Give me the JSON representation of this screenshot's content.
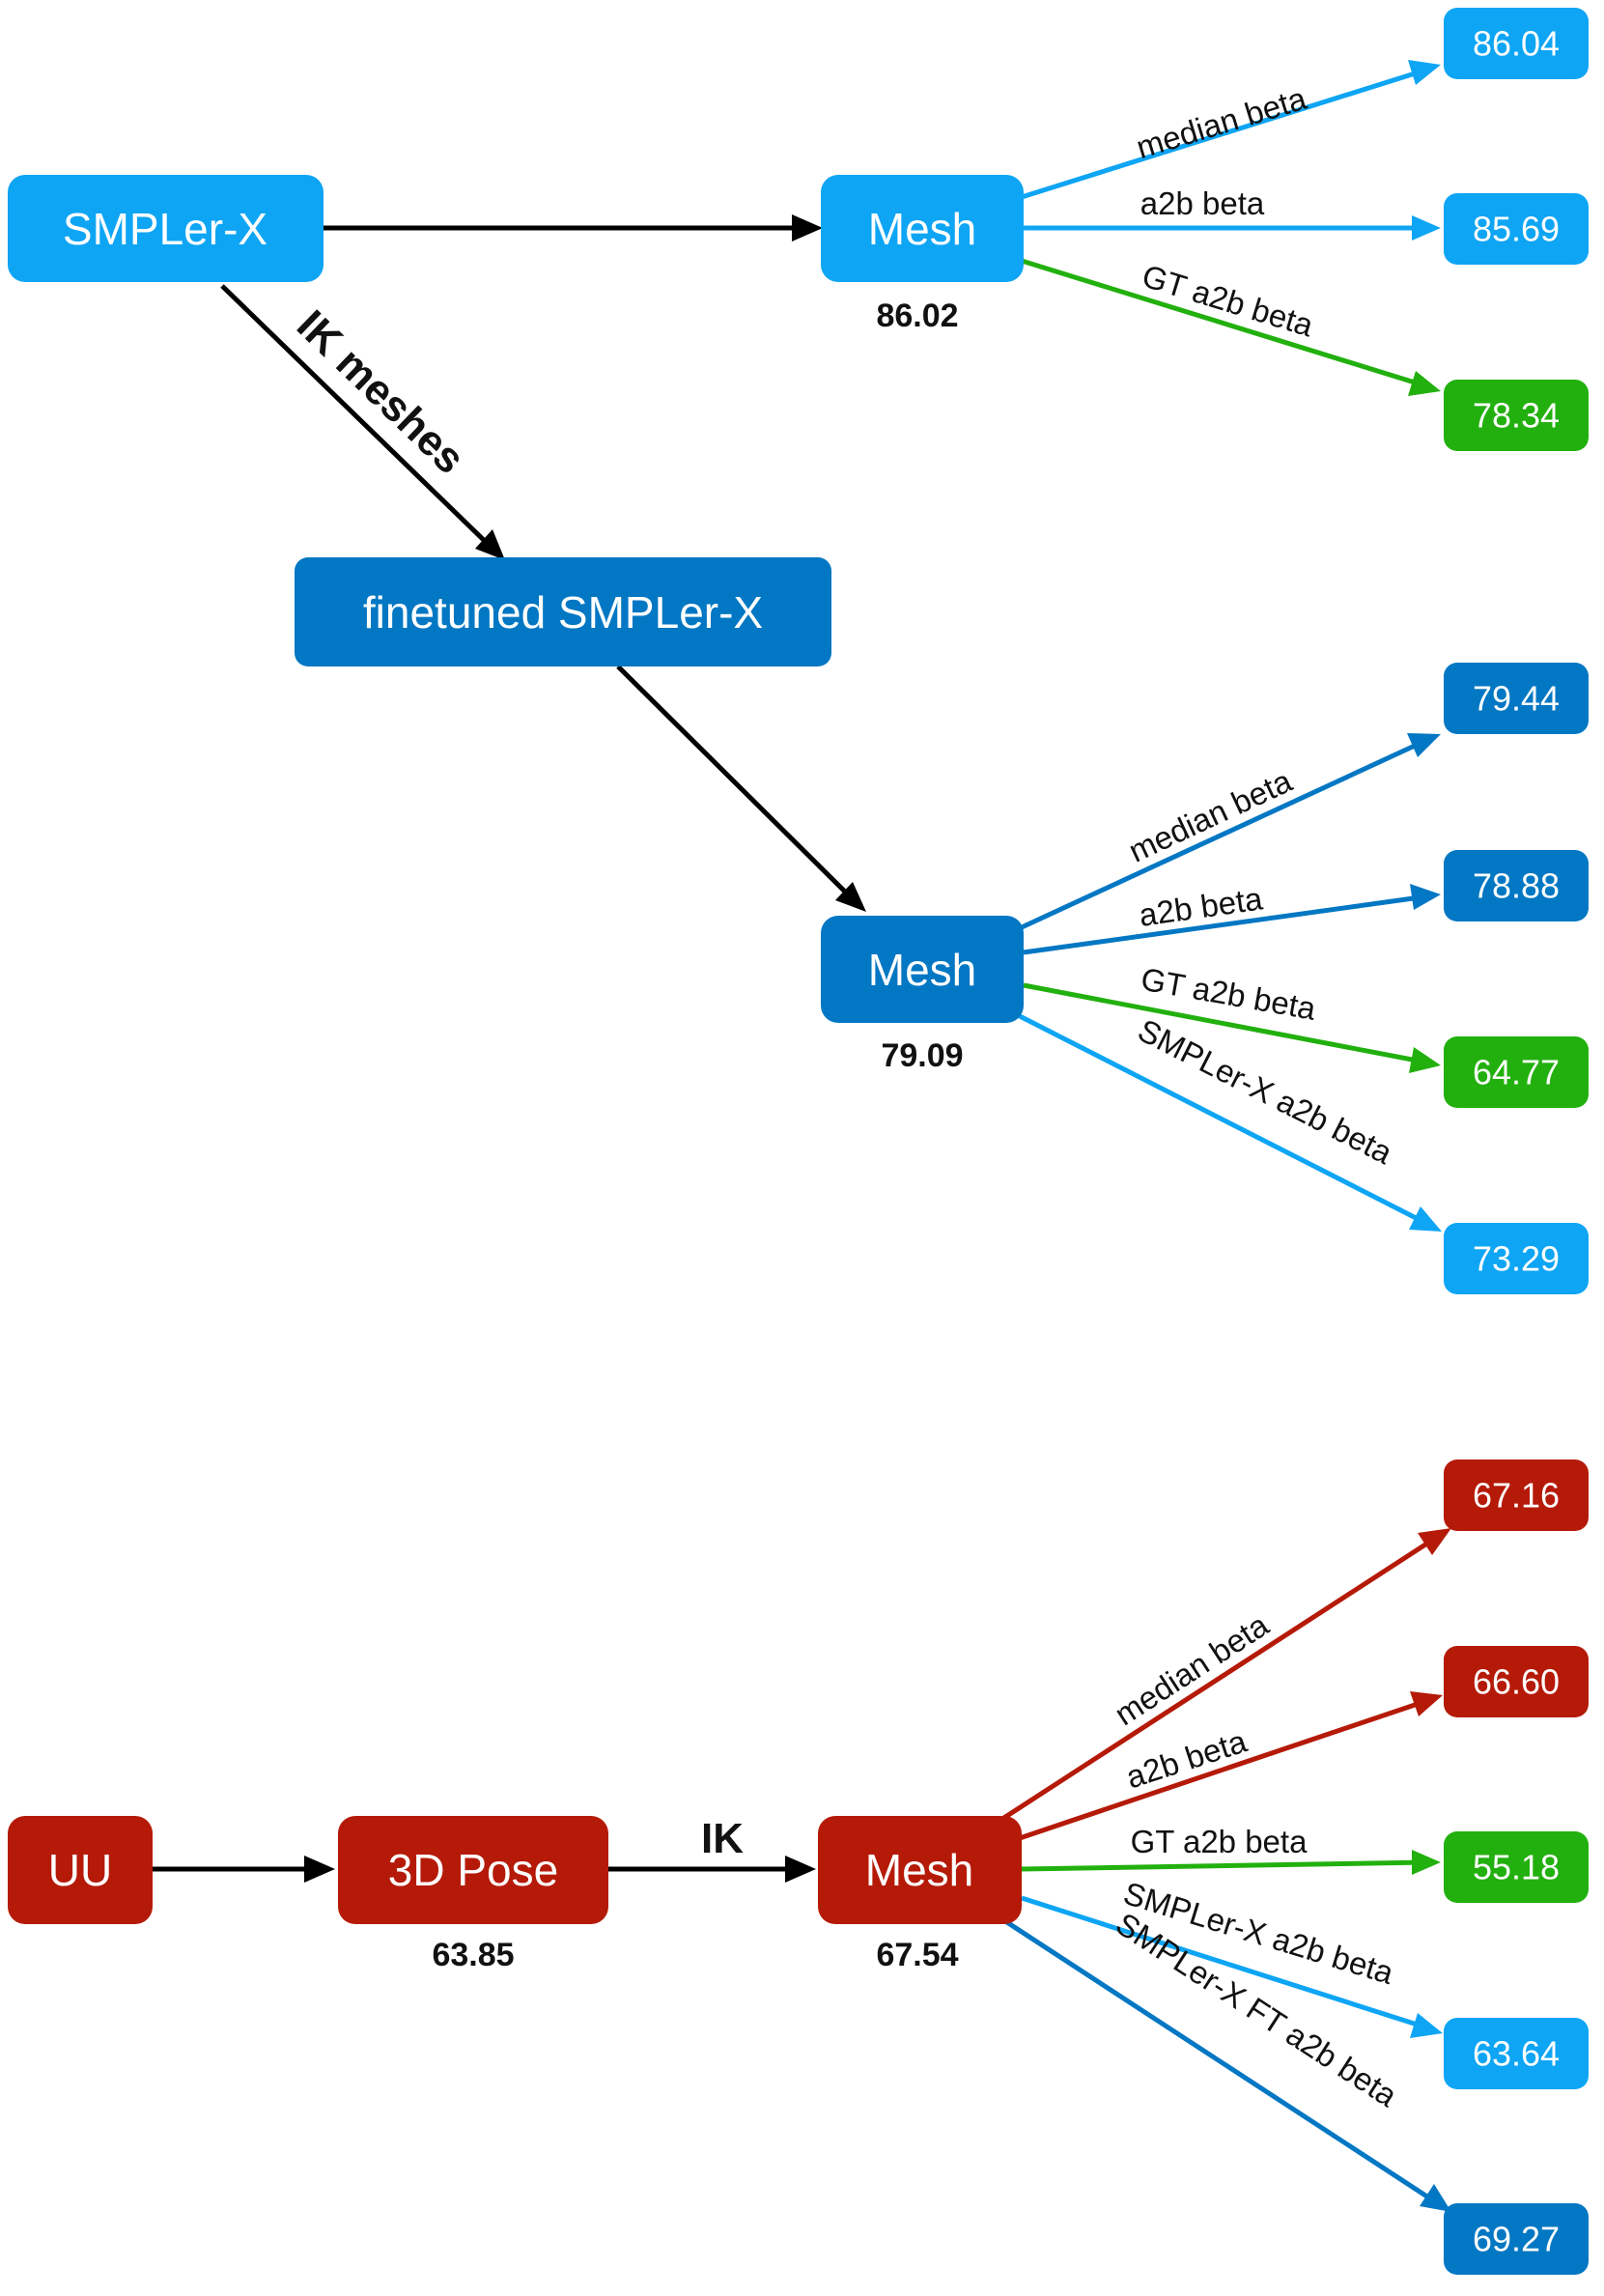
{
  "colors": {
    "light_blue": "#0ea5f4",
    "dark_blue": "#0277c3",
    "red": "#b51a08",
    "green": "#22b00e",
    "black": "#000000"
  },
  "nodes": {
    "smplerx": {
      "label": "SMPLer-X"
    },
    "mesh1": {
      "label": "Mesh",
      "score": "86.02"
    },
    "finetuned": {
      "label": "finetuned SMPLer-X"
    },
    "mesh2": {
      "label": "Mesh",
      "score": "79.09"
    },
    "uu": {
      "label": "UU"
    },
    "pose3d": {
      "label": "3D Pose",
      "score": "63.85"
    },
    "mesh3": {
      "label": "Mesh",
      "score": "67.54"
    }
  },
  "edge_labels": {
    "ik_meshes": "IK meshes",
    "ik": "IK"
  },
  "results": {
    "g1": [
      {
        "label": "median beta",
        "value": "86.04"
      },
      {
        "label": "a2b beta",
        "value": "85.69"
      },
      {
        "label": "GT a2b beta",
        "value": "78.34"
      }
    ],
    "g2": [
      {
        "label": "median beta",
        "value": "79.44"
      },
      {
        "label": "a2b beta",
        "value": "78.88"
      },
      {
        "label": "GT a2b beta",
        "value": "64.77"
      },
      {
        "label": "SMPLer-X a2b beta",
        "value": "73.29"
      }
    ],
    "g3": [
      {
        "label": "median beta",
        "value": "67.16"
      },
      {
        "label": "a2b beta",
        "value": "66.60"
      },
      {
        "label": "GT a2b beta",
        "value": "55.18"
      },
      {
        "label": "SMPLer-X a2b beta",
        "value": "63.64"
      },
      {
        "label": "SMPLer-X FT a2b beta",
        "value": "69.27"
      }
    ]
  }
}
